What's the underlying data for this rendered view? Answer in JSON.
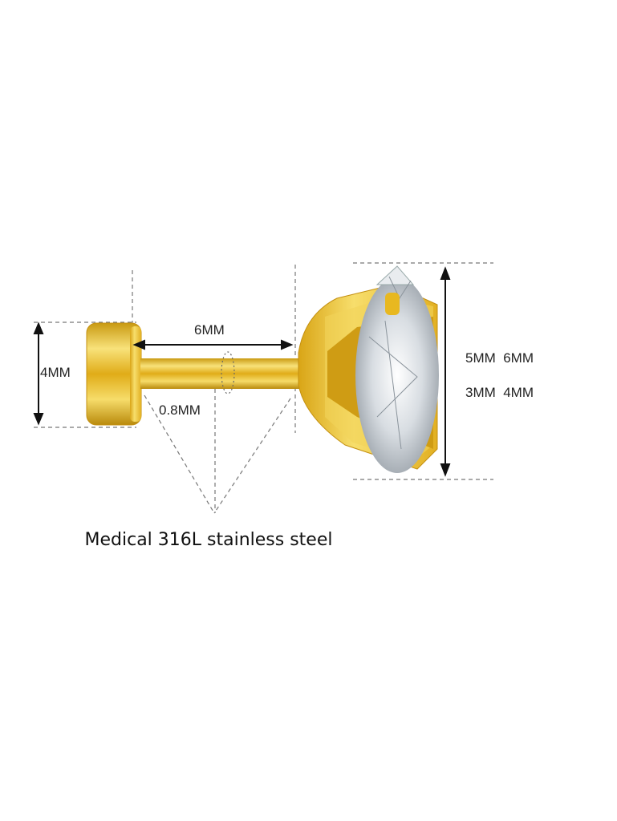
{
  "dimensions": {
    "bar_length": "6MM",
    "back_diameter": "4MM",
    "bar_thickness": "0.8MM",
    "stone_sizes_row1": "5MM  6MM",
    "stone_sizes_row2": "3MM  4MM"
  },
  "caption": "Medical 316L stainless steel",
  "colors": {
    "gold": "#e8b820",
    "gold_light": "#f7e27a",
    "gold_dark": "#b8860b",
    "line": "#555555"
  }
}
